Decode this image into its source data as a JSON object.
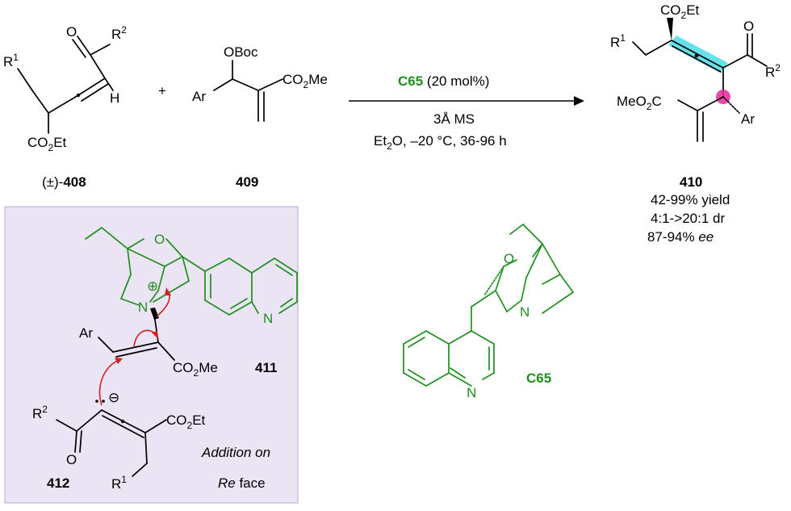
{
  "colors": {
    "catalyst_green": "#1f8f1f",
    "panel_lavender": "#ebe4f4",
    "highlight_cyan": "#33d7e6",
    "stereocenter_magenta": "#e6279a",
    "curved_arrow_red": "#d42020"
  },
  "reactant_408": {
    "label_prefix": "(±)-",
    "label_number": "408",
    "r1": "R",
    "r1_sup": "1",
    "r2": "R",
    "r2_sup": "2",
    "h": "H",
    "o": "O",
    "ester": "CO",
    "ester_sub": "2",
    "ester_tail": "Et"
  },
  "plus_sign": "+",
  "reactant_409": {
    "label": "409",
    "oboc": "OBoc",
    "ar": "Ar",
    "ester": "CO",
    "ester_sub": "2",
    "ester_tail": "Me"
  },
  "conditions": {
    "catalyst": "C65",
    "loading": " (20 mol%)",
    "line2": "3Å MS",
    "line3_a": "Et",
    "line3_sub": "2",
    "line3_b": "O, –20 °C, 36-96 h"
  },
  "product_410": {
    "label": "410",
    "yield": "42-99% yield",
    "dr": "4:1->20:1 dr",
    "ee_value": "87-94% ",
    "ee_unit": "ee",
    "top_ester": "CO",
    "top_ester_sub": "2",
    "top_ester_tail": "Et",
    "r1": "R",
    "r1_sup": "1",
    "r2": "R",
    "r2_sup": "2",
    "o": "O",
    "meo": "MeO",
    "meo_sub": "2",
    "meo_c": "C",
    "ar": "Ar"
  },
  "intermediate_411": {
    "label": "411",
    "o": "O",
    "n_plus": "N",
    "charge": "⊕",
    "n_quinoline": "N",
    "ar": "Ar",
    "ester": "CO",
    "ester_sub": "2",
    "ester_tail": "Me"
  },
  "intermediate_412": {
    "label": "412",
    "r2": "R",
    "r2_sup": "2",
    "o": "O",
    "ester": "CO",
    "ester_sub": "2",
    "ester_tail": "Et",
    "r1": "R",
    "r1_sup": "1",
    "charge": "⊖",
    "note_line1": "Addition on",
    "note_line2_a": "Re",
    "note_line2_b": " face"
  },
  "catalyst_c65": {
    "label": "C65",
    "o": "O",
    "n_bridge": "N",
    "n_quinoline": "N"
  }
}
